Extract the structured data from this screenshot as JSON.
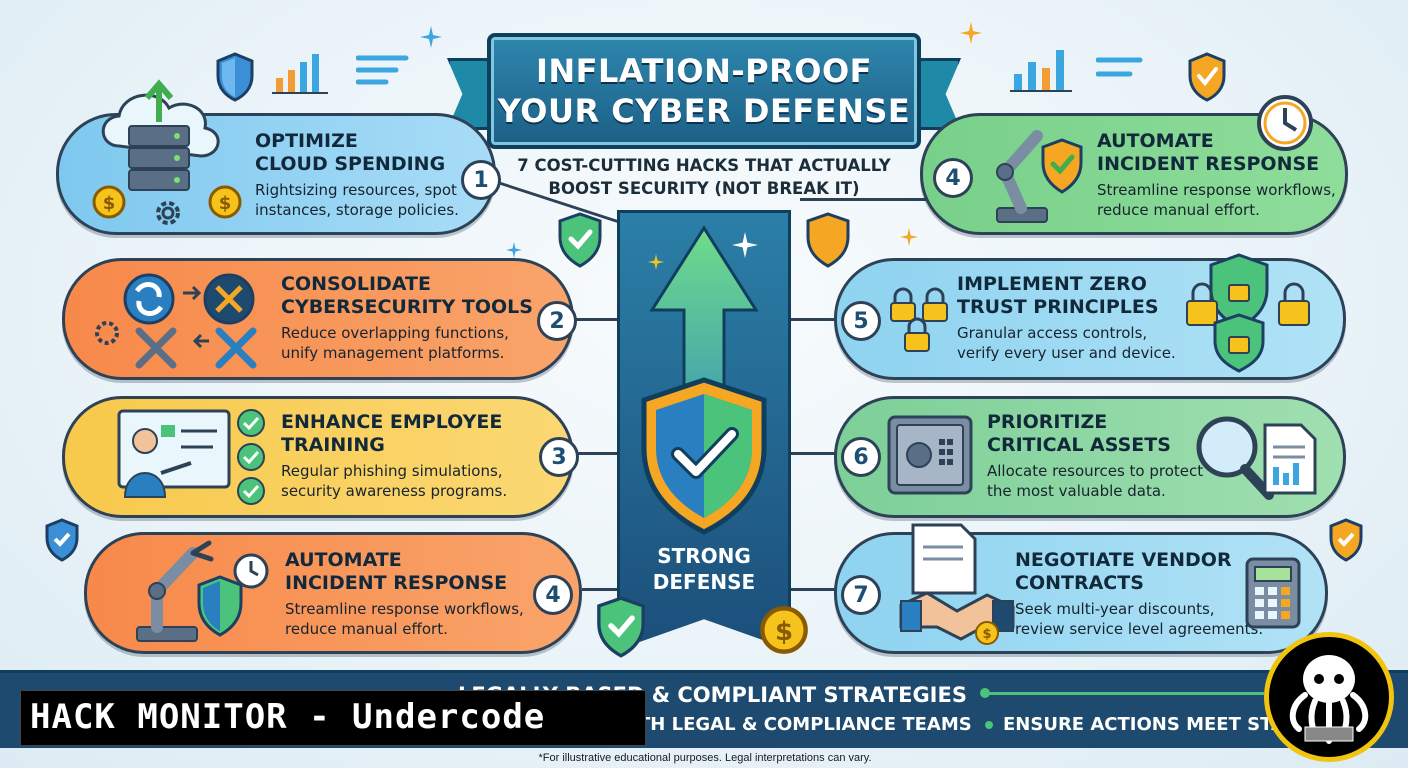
{
  "header": {
    "title_line1": "INFLATION-PROOF",
    "title_line2": "YOUR CYBER DEFENSE",
    "subtitle_line1": "7 COST-CUTTING HACKS THAT ACTUALLY",
    "subtitle_line2": "BOOST SECURITY (NOT BREAK IT)"
  },
  "left_items": [
    {
      "number": "1",
      "title_line1": "OPTIMIZE",
      "title_line2": "CLOUD SPENDING",
      "desc_line1": "Rightsizing resources, spot",
      "desc_line2": "instances, storage policies."
    },
    {
      "number": "2",
      "title_line1": "CONSOLIDATE",
      "title_line2": "CYBERSECURITY TOOLS",
      "desc_line1": "Reduce overlapping functions,",
      "desc_line2": "unify management platforms."
    },
    {
      "number": "3",
      "title_line1": "ENHANCE EMPLOYEE",
      "title_line2": "TRAINING",
      "desc_line1": "Regular phishing simulations,",
      "desc_line2": "security awareness programs."
    },
    {
      "number": "4",
      "title_line1": "AUTOMATE",
      "title_line2": "INCIDENT RESPONSE",
      "desc_line1": "Streamline response workflows,",
      "desc_line2": "reduce manual effort."
    }
  ],
  "right_items": [
    {
      "number": "4",
      "title_line1": "AUTOMATE",
      "title_line2": "INCIDENT RESPONSE",
      "desc_line1": "Streamline response workflows,",
      "desc_line2": "reduce manual effort."
    },
    {
      "number": "5",
      "title_line1": "IMPLEMENT ZERO",
      "title_line2": "TRUST PRINCIPLES",
      "desc_line1": "Granular access controls,",
      "desc_line2": "verify every user and device."
    },
    {
      "number": "6",
      "title_line1": "PRIORITIZE",
      "title_line2": "CRITICAL ASSETS",
      "desc_line1": "Allocate resources to protect",
      "desc_line2": "the most valuable data."
    },
    {
      "number": "7",
      "title_line1": "NEGOTIATE VENDOR",
      "title_line2": "CONTRACTS",
      "desc_line1": "Seek multi-year discounts,",
      "desc_line2": "review service level agreements."
    }
  ],
  "center": {
    "label_line1": "STRONG",
    "label_line2": "DEFENSE"
  },
  "bottom": {
    "line1": "LEGALLY BASED & COMPLIANT STRATEGIES",
    "line2": "TH LEGAL & COMPLIANCE TEAMS",
    "line3": "ENSURE ACTIONS MEET STAND",
    "footnote": "*For illustrative educational purposes. Legal interpretations can vary."
  },
  "watermark": {
    "text": "HACK MONITOR - Undercode"
  },
  "colors": {
    "navy": "#1d4a6e",
    "outline": "#2d4257",
    "blue": "#7ec8ef",
    "orange": "#f7894a",
    "yellow": "#f7c94b",
    "green": "#78d08a",
    "shield_green": "#4cc37a",
    "shield_orange": "#f5a623"
  },
  "icons": [
    "cloud-server-icon",
    "gear-icon",
    "dollar-coin-icon",
    "tools-icon",
    "checklist-icon",
    "teacher-icon",
    "robot-arm-icon",
    "clock-icon",
    "shield-check-icon",
    "padlock-icon",
    "safe-icon",
    "magnifier-icon",
    "document-icon",
    "handshake-icon",
    "calculator-icon",
    "arrow-up-icon",
    "bar-chart-icon",
    "sparkle-icon"
  ]
}
